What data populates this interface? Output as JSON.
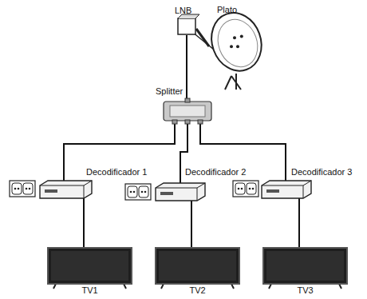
{
  "diagram": {
    "nodes": [
      {
        "text": [
          "LNB"
        ]
      },
      {
        "text": [
          "Plato"
        ]
      },
      {
        "text": [
          "Splitter"
        ]
      },
      {
        "text": [
          "Decodificador 1"
        ]
      },
      {
        "text": [
          "Decodificador 2"
        ]
      },
      {
        "text": [
          "Decodificador 3"
        ]
      },
      {
        "text": [
          "TV1"
        ]
      },
      {
        "text": [
          "TV2"
        ]
      },
      {
        "text": [
          "TV3"
        ]
      }
    ],
    "edges": [
      {
        "from": 0,
        "to": 2,
        "arrow": "none"
      },
      {
        "from": 2,
        "to": 3,
        "arrow": "none"
      },
      {
        "from": 2,
        "to": 4,
        "arrow": "none"
      },
      {
        "from": 2,
        "to": 5,
        "arrow": "none"
      },
      {
        "from": 3,
        "to": 6,
        "arrow": "none"
      },
      {
        "from": 4,
        "to": 7,
        "arrow": "none"
      },
      {
        "from": 5,
        "to": 8,
        "arrow": "none"
      }
    ]
  }
}
